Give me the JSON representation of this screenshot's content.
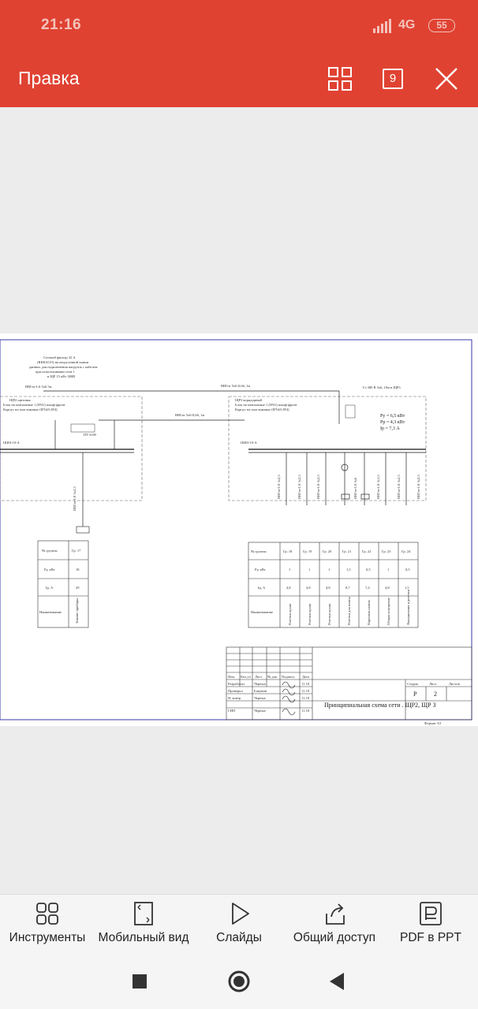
{
  "status": {
    "time": "21:16",
    "network": "4G",
    "battery": "55"
  },
  "header": {
    "title": "Правка",
    "page_count": "9"
  },
  "drawing": {
    "panel_left": "ЩР2 щитовая",
    "panel_right": "ЩР3 коридорный",
    "cable_top": "ВВГнг 5х6-0,66, 1м",
    "cable_mid": "ВВГнг 5х6-0,66, 1м",
    "design_params": [
      "Ру = 6,5 кВт",
      "Рр = 4,3 кВт",
      "Iр = 7,3 А"
    ],
    "left_table": {
      "rows": [
        [
          "№ группы",
          "Гр. 17"
        ],
        [
          "Ру, кВт",
          "18"
        ],
        [
          "Iр, А",
          "29"
        ],
        [
          "Наименование",
          "Зимние приборы"
        ]
      ]
    },
    "right_table": {
      "headers": [
        "№ группы",
        "Гр. 18",
        "Гр. 19",
        "Гр. 20",
        "Гр. 21",
        "Гр. 22",
        "Гр. 23",
        "Гр. 24"
      ],
      "pu": [
        "Ру, кВт",
        "1",
        "1",
        "1",
        "1,5",
        "0,5",
        "1",
        "0,5"
      ],
      "ip": [
        "Iр, А",
        "4,8",
        "4,8",
        "4,8",
        "8,7",
        "7,4",
        "4,8",
        "1,5"
      ],
      "names": [
        "Наименование",
        "Розетки кухня",
        "Розетки кухня",
        "Розетки кухня",
        "Розетки для плиты",
        "Варочная панель",
        "Общая освещение",
        "Холодильник и розетки"
      ]
    },
    "title_block": {
      "header_row": [
        "Изм.",
        "Кол.уч",
        "Лист",
        "№ док",
        "Подпись",
        "Дата"
      ],
      "people": [
        [
          "Разработал",
          "Черных",
          "11.18"
        ],
        [
          "Проверил",
          "Бакунин",
          "11.18"
        ],
        [
          "Н. контр",
          "Черных",
          "11.18"
        ],
        [
          "ГИП",
          "Черных",
          "11.18"
        ]
      ],
      "stage_labels": [
        "Стадия",
        "Лист",
        "Листов"
      ],
      "stage_values": [
        "Р",
        "2",
        ""
      ],
      "sheet_title": "Принципиальная схема сети . ЩР2, ЩР 3",
      "format": "Формат А3"
    }
  },
  "toolbar": {
    "items": [
      "Инструменты",
      "Мобильный вид",
      "Слайды",
      "Общий доступ",
      "PDF в PPT"
    ]
  }
}
